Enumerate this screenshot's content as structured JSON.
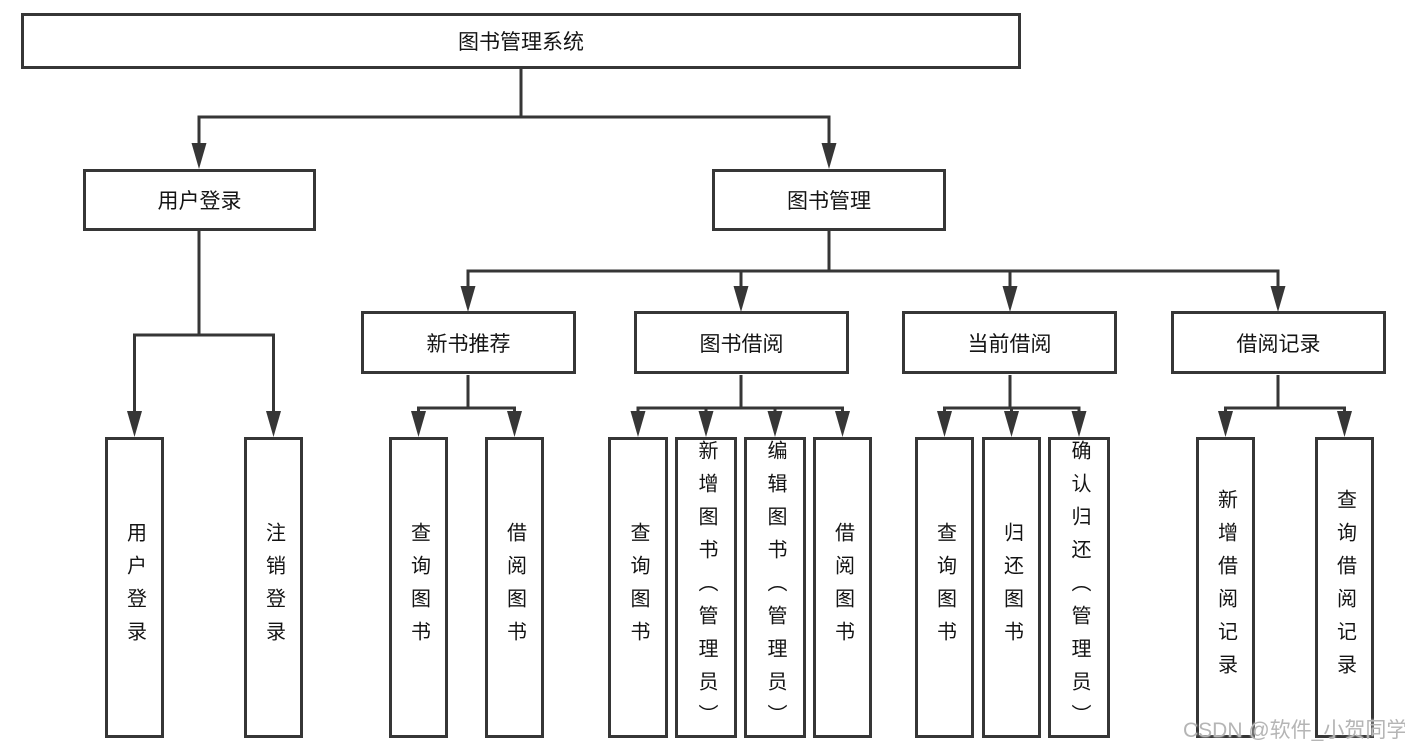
{
  "diagram": {
    "type": "hierarchy-tree",
    "line_color": "#363636",
    "box_border_color": "#363636",
    "text_color": "#141414",
    "tree": {
      "root": {
        "label": "图书管理系统",
        "children": [
          {
            "label": "用户登录",
            "children": [
              {
                "label": "用户登录"
              },
              {
                "label": "注销登录"
              }
            ]
          },
          {
            "label": "图书管理",
            "children": [
              {
                "label": "新书推荐",
                "children": [
                  {
                    "label": "查询图书"
                  },
                  {
                    "label": "借阅图书"
                  }
                ]
              },
              {
                "label": "图书借阅",
                "children": [
                  {
                    "label": "查询图书"
                  },
                  {
                    "label": "新增图书（管理员）"
                  },
                  {
                    "label": "编辑图书（管理员）"
                  },
                  {
                    "label": "借阅图书"
                  }
                ]
              },
              {
                "label": "当前借阅",
                "children": [
                  {
                    "label": "查询图书"
                  },
                  {
                    "label": "归还图书"
                  },
                  {
                    "label": "确认归还（管理员）"
                  }
                ]
              },
              {
                "label": "借阅记录",
                "children": [
                  {
                    "label": "新增借阅记录"
                  },
                  {
                    "label": "查询借阅记录"
                  }
                ]
              }
            ]
          }
        ]
      }
    }
  },
  "watermark": {
    "text": "CSDN @软件_小贺同学",
    "color": "#b5b5b5"
  }
}
